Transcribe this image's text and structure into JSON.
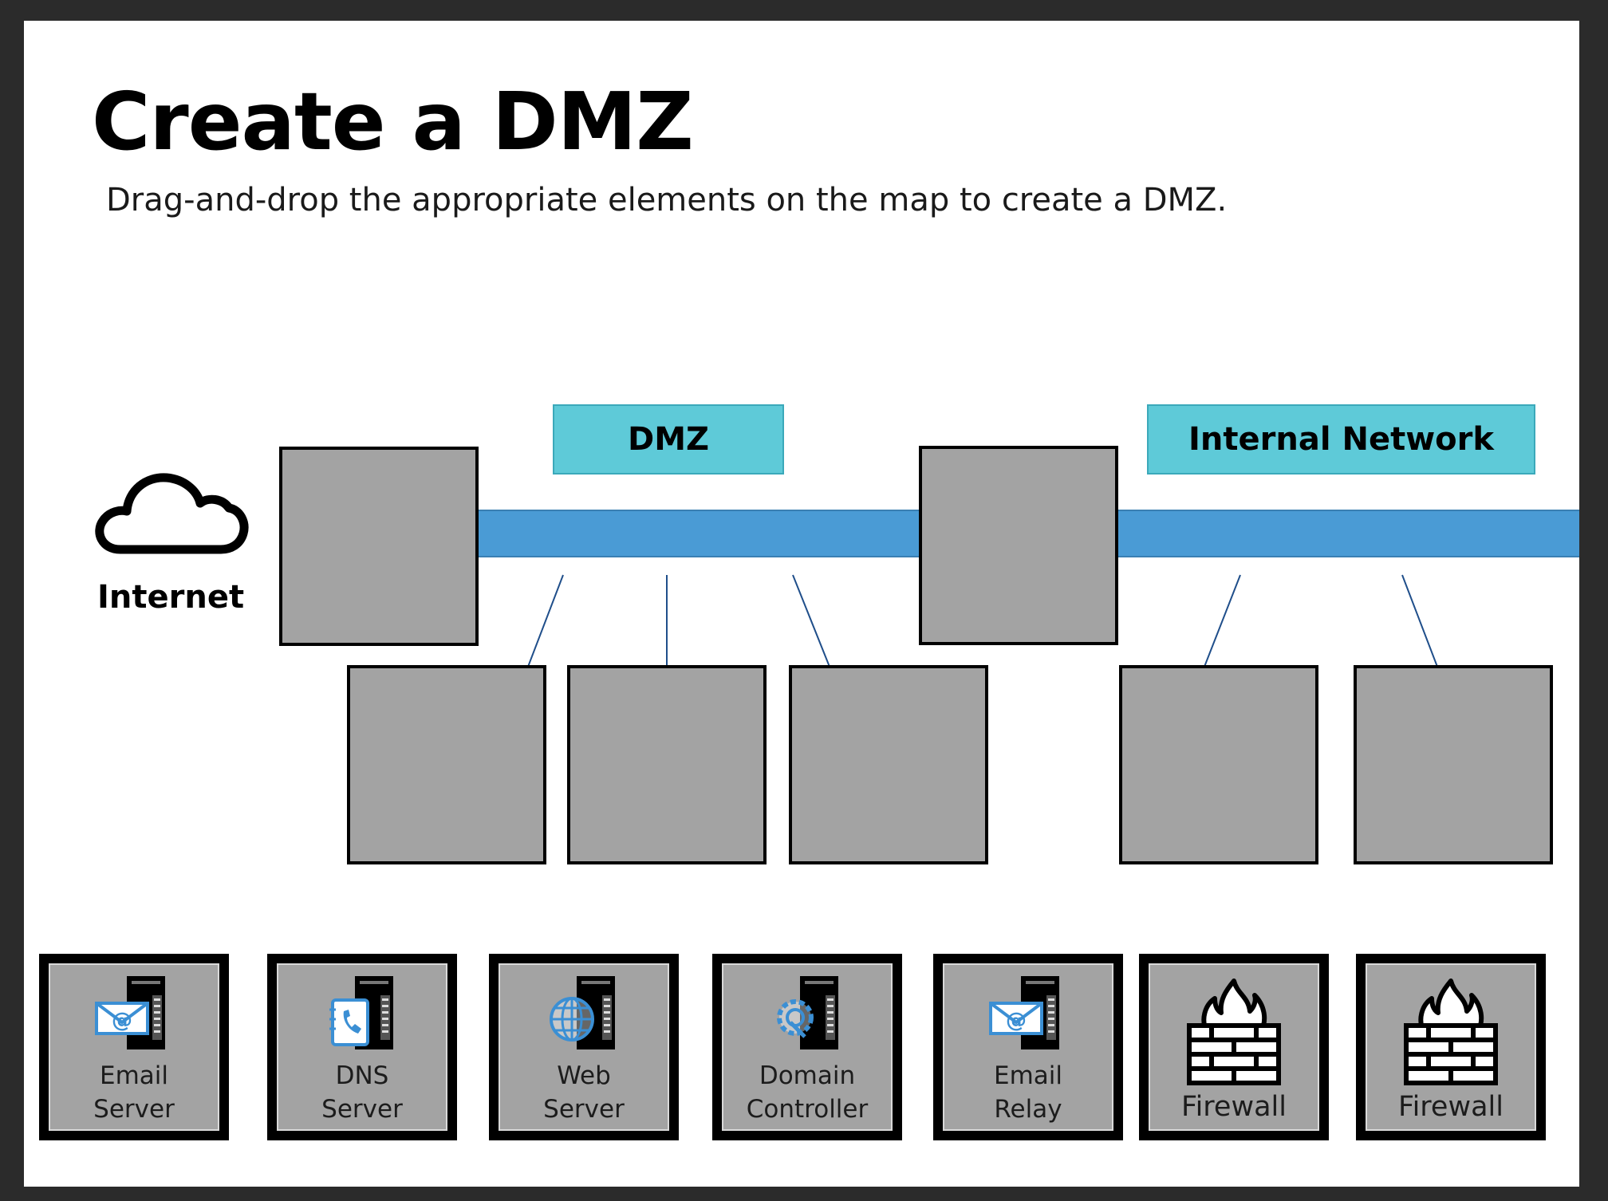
{
  "title": "Create a DMZ",
  "instructions": "Drag-and-drop the appropriate elements on the map to create a DMZ.",
  "map": {
    "internet_label": "Internet",
    "zones": [
      {
        "label": "DMZ"
      },
      {
        "label": "Internal Network"
      }
    ],
    "bus_color": "#4a9bd5",
    "zone_color": "#5ecad8",
    "slot_color": "#a3a3a3"
  },
  "palette": {
    "items": [
      {
        "label_line1": "Email",
        "label_line2": "Server",
        "icon": "email-server-icon"
      },
      {
        "label_line1": "DNS",
        "label_line2": "Server",
        "icon": "dns-server-icon"
      },
      {
        "label_line1": "Web",
        "label_line2": "Server",
        "icon": "web-server-icon"
      },
      {
        "label_line1": "Domain",
        "label_line2": "Controller",
        "icon": "domain-controller-icon"
      },
      {
        "label_line1": "Email",
        "label_line2": "Relay",
        "icon": "email-relay-icon"
      },
      {
        "label": "Firewall",
        "icon": "firewall-icon"
      },
      {
        "label": "Firewall",
        "icon": "firewall-icon"
      }
    ]
  }
}
